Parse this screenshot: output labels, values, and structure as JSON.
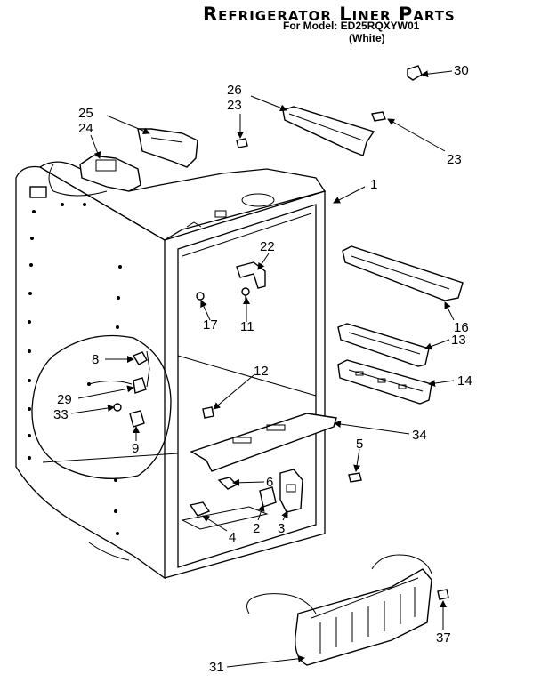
{
  "header": {
    "title": "Refrigerator Liner Parts",
    "model_line": "For Model: ED25RQXYW01",
    "color_line": "(White)"
  },
  "callouts": {
    "c1": "1",
    "c2": "2",
    "c3": "3",
    "c4": "4",
    "c5": "5",
    "c6": "6",
    "c8": "8",
    "c9": "9",
    "c11": "11",
    "c12": "12",
    "c13": "13",
    "c14": "14",
    "c16": "16",
    "c17": "17",
    "c22": "22",
    "c23a": "23",
    "c23b": "23",
    "c24": "24",
    "c25": "25",
    "c26": "26",
    "c29": "29",
    "c30": "30",
    "c31": "31",
    "c33": "33",
    "c34": "34",
    "c37": "37"
  }
}
